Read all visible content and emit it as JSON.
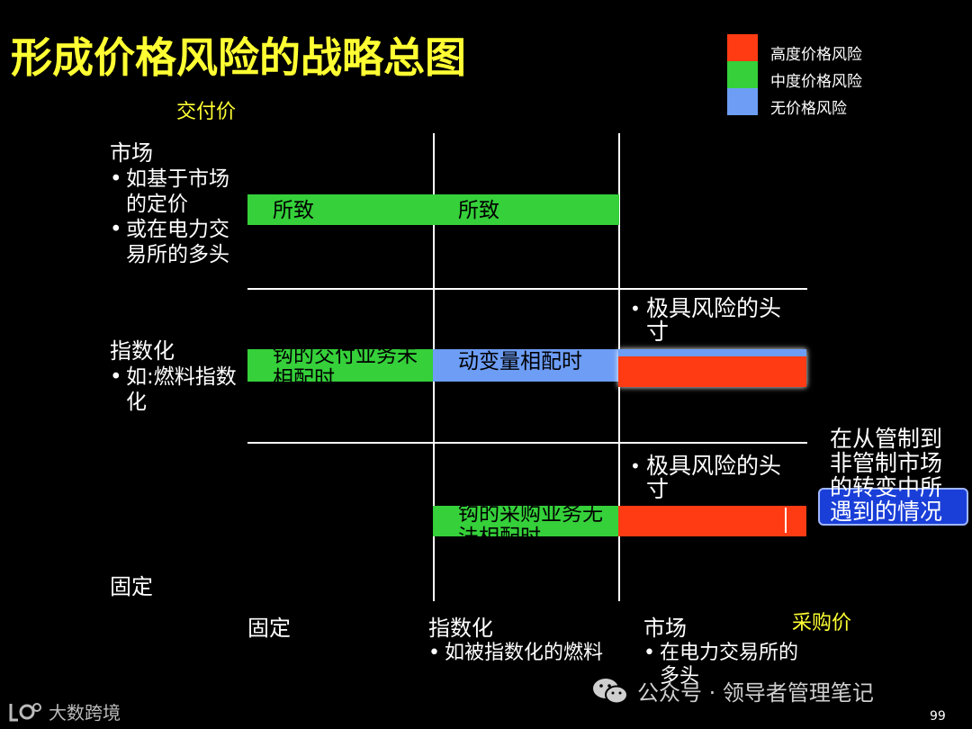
{
  "title": "形成价格风险的战略总图",
  "legend": [
    {
      "label": "高度价格风险",
      "color": "#ff3b14"
    },
    {
      "label": "中度价格风险",
      "color": "#35d03a"
    },
    {
      "label": "无价格风险",
      "color": "#6d9df5"
    }
  ],
  "y_axis_title": "交付价",
  "x_axis_title": "采购价",
  "rows": [
    {
      "title": "市场",
      "bullets": [
        "如基于市场的定价",
        "或在电力交易所的多头"
      ]
    },
    {
      "title": "指数化",
      "bullets": [
        "如:燃料指数化"
      ]
    },
    {
      "title": "固定",
      "bullets": []
    }
  ],
  "columns": [
    {
      "title": "固定",
      "bullets": []
    },
    {
      "title": "指数化",
      "bullets": [
        "如被指数化的燃料"
      ]
    },
    {
      "title": "市场",
      "bullets": [
        "在电力交易所的多头"
      ]
    }
  ],
  "bar_texts": {
    "market_fixed": "所致",
    "market_indexed": "所致",
    "indexed_fixed": "钩的交付业务未相配时",
    "indexed_indexed": "动变量相配时",
    "fixed_indexed": "钩的采购业务无法相配时"
  },
  "notes": {
    "indexed_market": "极具风险的头寸",
    "fixed_market": "极具风险的头寸"
  },
  "callout": {
    "top": "在从管制到",
    "mid": "非管制市场",
    "boxed1": "的转变中所",
    "boxed2": "遇到的情况"
  },
  "footer": {
    "left_logo": "大数跨境",
    "right": "公众号 · 领导者管理笔记",
    "page_number": "99"
  }
}
